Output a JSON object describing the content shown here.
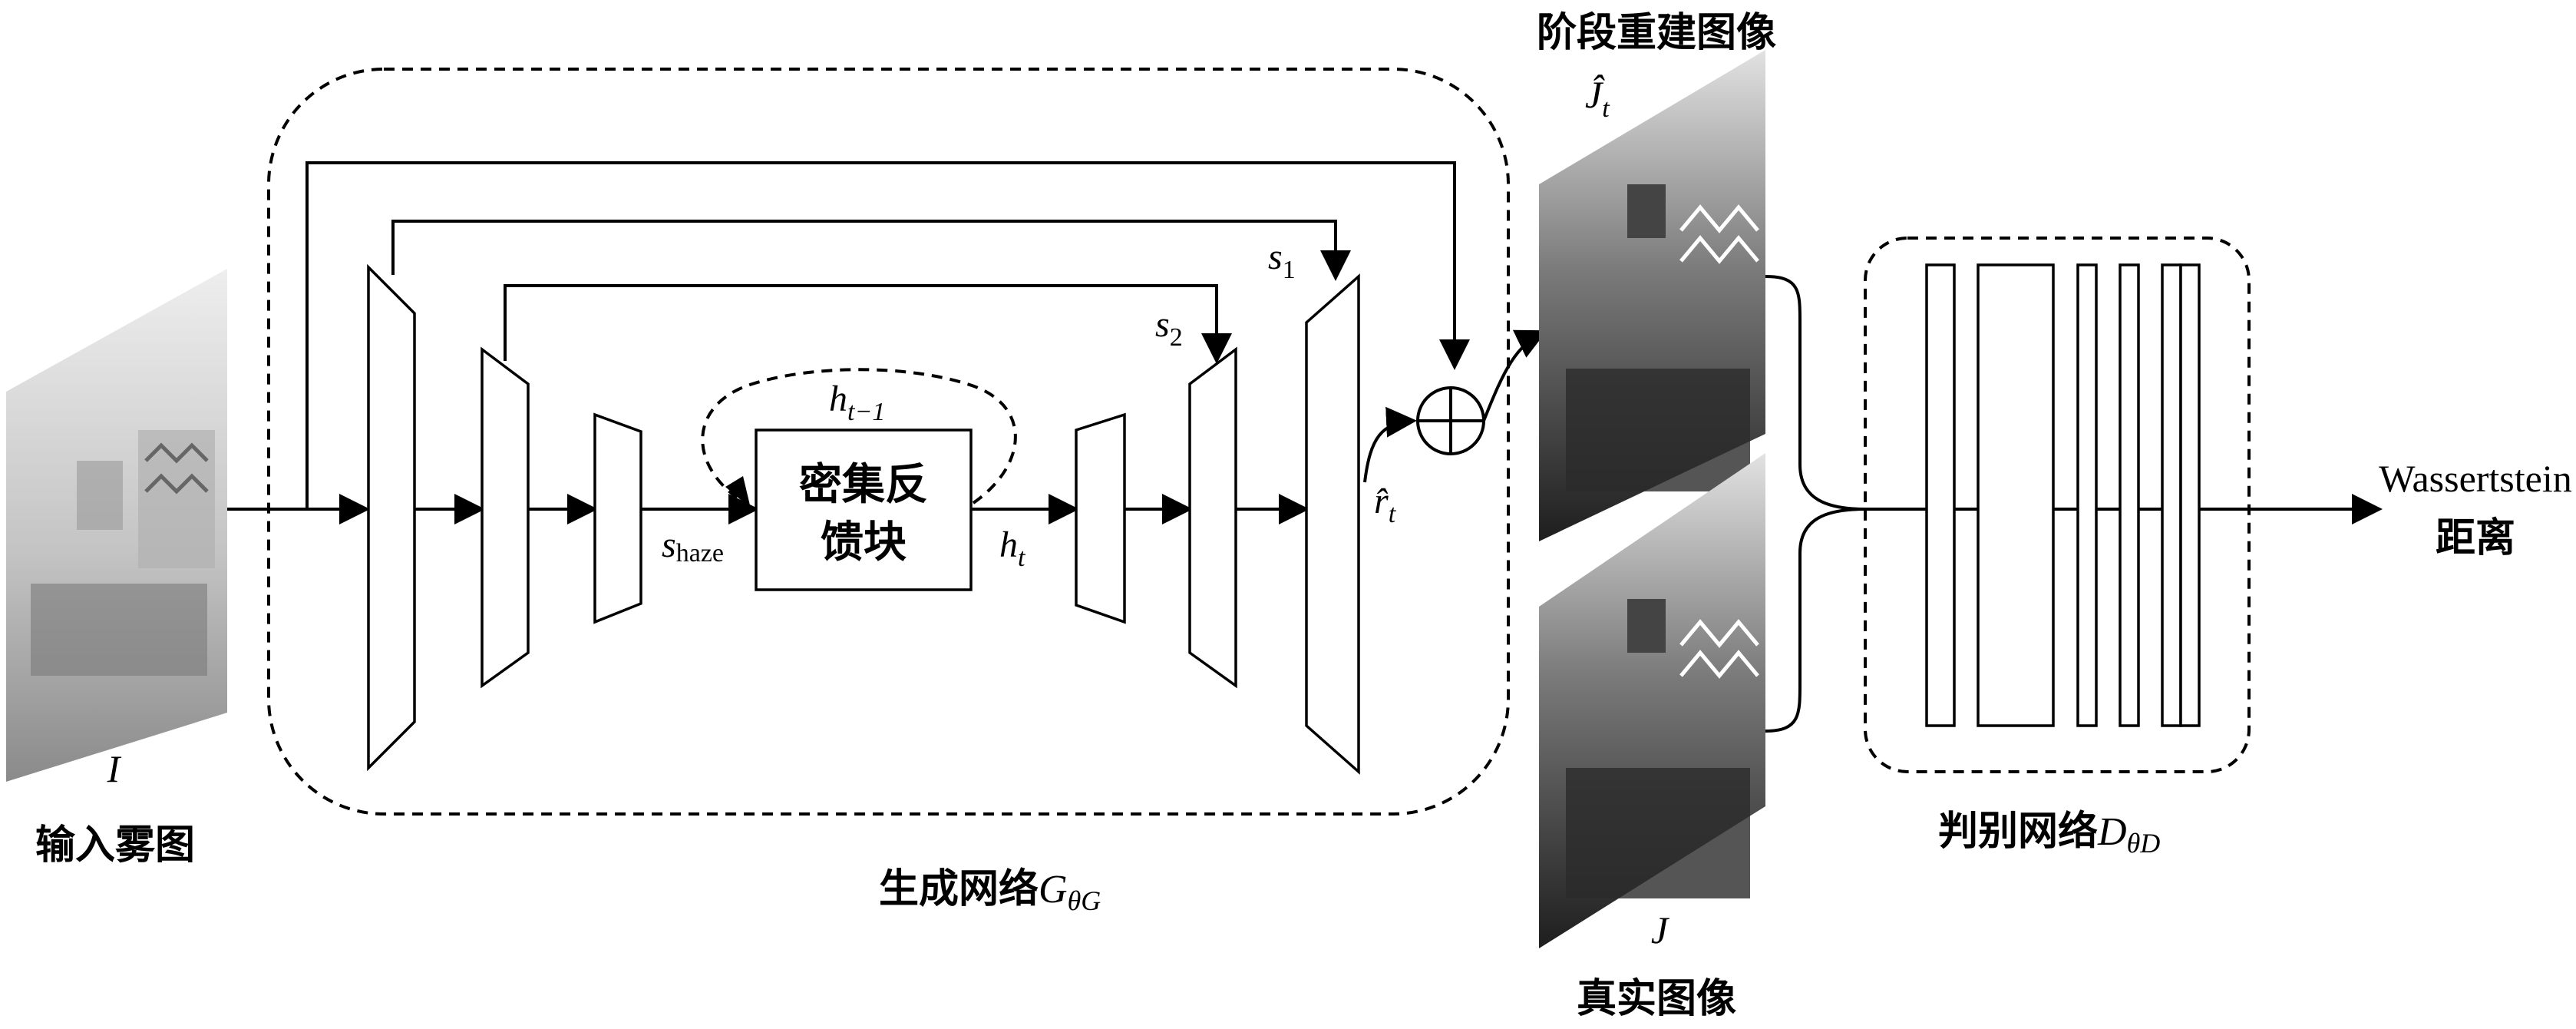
{
  "labels": {
    "input_symbol": "I",
    "input_title": "输入雾图",
    "generator_title": "生成网络",
    "generator_sub": "θG",
    "generator_symbol": "G",
    "dense_block_line1": "密集反",
    "dense_block_line2": "馈块",
    "h_prev": "h",
    "h_prev_sub": "t−1",
    "h_t": "h",
    "h_t_sub": "t",
    "s_haze": "s",
    "s_haze_sub": "haze",
    "s1": "s",
    "s1_sub": "1",
    "s2": "s",
    "s2_sub": "2",
    "r_hat": "r̂",
    "r_hat_sub": "t",
    "stage_title": "阶段重建图像",
    "j_hat": "Ĵ",
    "j_hat_sub": "t",
    "real_symbol": "J",
    "real_title": "真实图像",
    "disc_title": "判别网络",
    "disc_symbol": "D",
    "disc_sub": "θD",
    "output_line1": "Wassertstein",
    "output_line2": "距离"
  },
  "colors": {
    "stroke": "#000000",
    "background": "#ffffff",
    "haze_image_light": "#e6e6e6",
    "haze_image_dark": "#8a8a8a",
    "clear_image_light": "#dcdcdc",
    "clear_image_dark": "#1e1e1e"
  }
}
